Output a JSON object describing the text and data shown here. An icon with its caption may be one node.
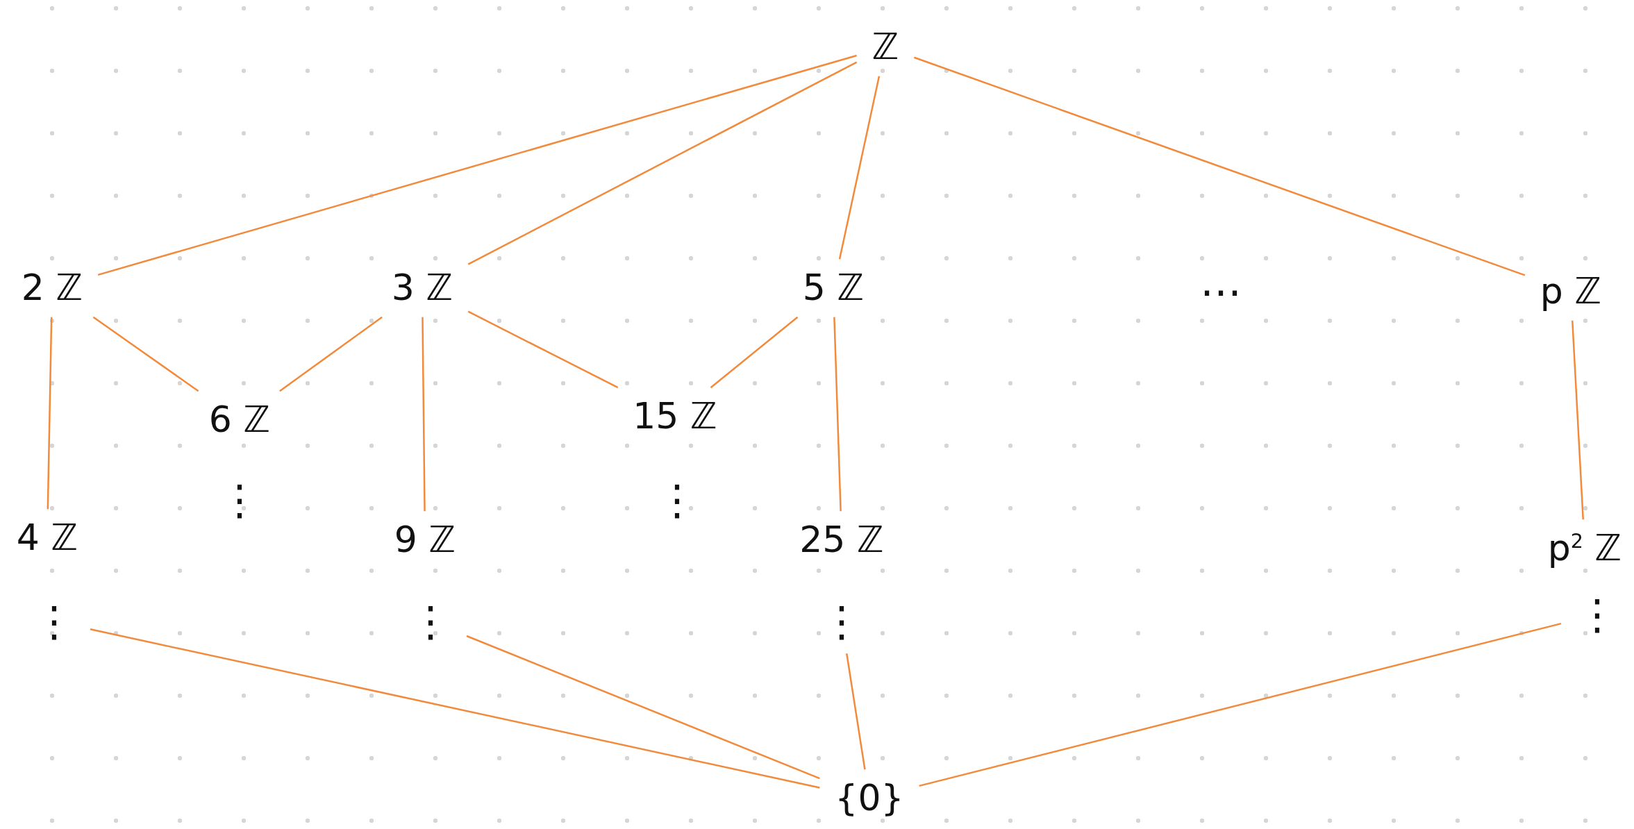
{
  "diagram": {
    "nodes": [
      {
        "text": [
          "ℤ"
        ]
      },
      {
        "text": [
          "2 ℤ"
        ]
      },
      {
        "text": [
          "3 ℤ"
        ]
      },
      {
        "text": [
          "5 ℤ"
        ]
      },
      {
        "text": [
          "p ℤ"
        ]
      },
      {
        "text": [
          "6 ℤ"
        ]
      },
      {
        "text": [
          "15 ℤ"
        ]
      },
      {
        "text": [
          "4 ℤ"
        ]
      },
      {
        "text": [
          "9 ℤ"
        ]
      },
      {
        "text": [
          "25 ℤ"
        ]
      },
      {
        "text": [
          "p$^{2}$ ℤ"
        ]
      },
      {
        "text": [
          "⋮"
        ]
      },
      {
        "text": [
          "⋮"
        ]
      },
      {
        "text": [
          "⋮"
        ]
      },
      {
        "text": [
          "⋮"
        ]
      },
      {
        "text": [
          "{0}"
        ]
      }
    ],
    "edges": [
      {
        "from": 0,
        "to": 1,
        "arrow": "none"
      },
      {
        "from": 0,
        "to": 2,
        "arrow": "none"
      },
      {
        "from": 0,
        "to": 3,
        "arrow": "none"
      },
      {
        "from": 0,
        "to": 4,
        "arrow": "none"
      },
      {
        "from": 1,
        "to": 5,
        "arrow": "none"
      },
      {
        "from": 2,
        "to": 5,
        "arrow": "none"
      },
      {
        "from": 2,
        "to": 6,
        "arrow": "none"
      },
      {
        "from": 3,
        "to": 6,
        "arrow": "none"
      },
      {
        "from": 1,
        "to": 7,
        "arrow": "none"
      },
      {
        "from": 2,
        "to": 8,
        "arrow": "none"
      },
      {
        "from": 3,
        "to": 9,
        "arrow": "none"
      },
      {
        "from": 4,
        "to": 10,
        "arrow": "none"
      },
      {
        "from": 11,
        "to": 15,
        "arrow": "none"
      },
      {
        "from": 12,
        "to": 15,
        "arrow": "none"
      },
      {
        "from": 13,
        "to": 15,
        "arrow": "none"
      },
      {
        "from": 14,
        "to": 15,
        "arrow": "none"
      }
    ],
    "labels": [
      "…",
      "⋮",
      "⋮"
    ]
  }
}
